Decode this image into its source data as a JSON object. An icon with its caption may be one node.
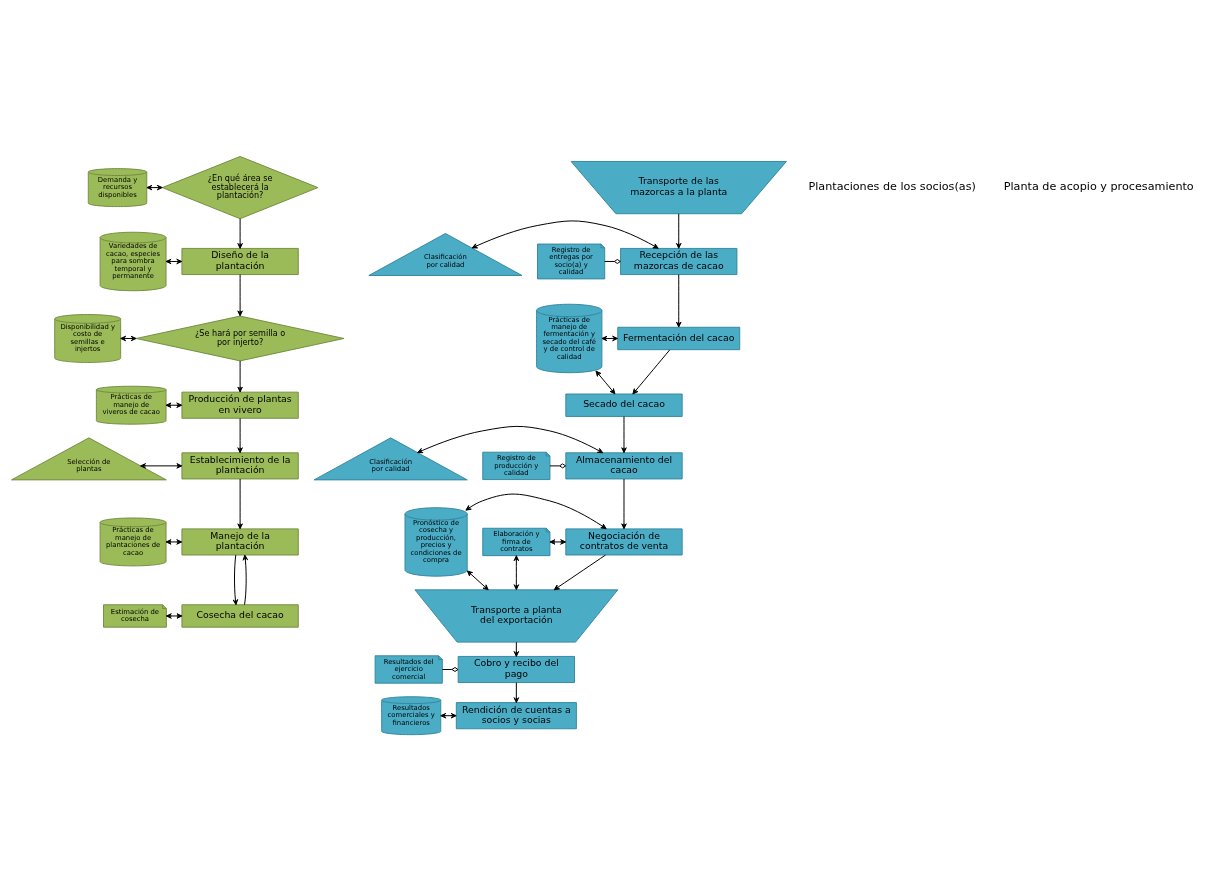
{
  "diagram": {
    "nodes": [
      {
        "text": [
          "Demanda y recursos disponibles"
        ]
      },
      {
        "text": [
          "¿En qué área se establecerá la plantación?"
        ]
      },
      {
        "text": [
          "Variedades de cacao, especies para sombra temporal y permanente"
        ]
      },
      {
        "text": [
          "Diseño de la plantación"
        ]
      },
      {
        "text": [
          "Disponibilidad y costo de semillas e injertos"
        ]
      },
      {
        "text": [
          "¿Se hará por semilla o por injerto?"
        ]
      },
      {
        "text": [
          "Prácticas de manejo de viveros de cacao"
        ]
      },
      {
        "text": [
          "Producción de plantas en vivero"
        ]
      },
      {
        "text": [
          "Selección de plantas"
        ]
      },
      {
        "text": [
          "Establecimiento de la plantación"
        ]
      },
      {
        "text": [
          "Prácticas de manejo de plantaciones de cacao"
        ]
      },
      {
        "text": [
          "Manejo de la plantación"
        ]
      },
      {
        "text": [
          "Estimación de cosecha"
        ]
      },
      {
        "text": [
          "Cosecha del cacao"
        ]
      },
      {
        "text": [
          "Transporte de las mazorcas a la planta"
        ]
      },
      {
        "text": [
          "Clasificación por calidad"
        ]
      },
      {
        "text": [
          "Recepción de las mazorcas de cacao"
        ]
      },
      {
        "text": [
          "Registro de entregas por socio(a) y calidad"
        ]
      },
      {
        "text": [
          "Prácticas de manejo de fermentación y secado del café y de control de calidad"
        ]
      },
      {
        "text": [
          "Fermentación del cacao"
        ]
      },
      {
        "text": [
          "Secado del cacao"
        ]
      },
      {
        "text": [
          "Clasificación por calidad"
        ]
      },
      {
        "text": [
          "Almacenamiento del cacao"
        ]
      },
      {
        "text": [
          "Registro de producción y calidad"
        ]
      },
      {
        "text": [
          "Pronóstico de cosecha y producción, precios y condiciones de compra"
        ]
      },
      {
        "text": [
          "Negociación de contratos de venta"
        ]
      },
      {
        "text": [
          "Elaboración y firma de contratos"
        ]
      },
      {
        "text": [
          "Transporte a planta del exportación"
        ]
      },
      {
        "text": [
          "Cobro y recibo del pago"
        ]
      },
      {
        "text": [
          "Resultados del ejercicio comercial"
        ]
      },
      {
        "text": [
          "Resultados comerciales y financieros"
        ]
      },
      {
        "text": [
          "Rendición de cuentas a socios y socias"
        ]
      }
    ],
    "edges": [
      {
        "from": 0,
        "to": 1,
        "arrow": "both"
      },
      {
        "from": 1,
        "to": 3,
        "arrow": "to"
      },
      {
        "from": 2,
        "to": 3,
        "arrow": "both"
      },
      {
        "from": 3,
        "to": 5,
        "arrow": "to"
      },
      {
        "from": 4,
        "to": 5,
        "arrow": "both"
      },
      {
        "from": 5,
        "to": 7,
        "arrow": "to"
      },
      {
        "from": 6,
        "to": 7,
        "arrow": "both"
      },
      {
        "from": 7,
        "to": 9,
        "arrow": "to"
      },
      {
        "from": 8,
        "to": 9,
        "arrow": "both"
      },
      {
        "from": 9,
        "to": 11,
        "arrow": "to"
      },
      {
        "from": 10,
        "to": 11,
        "arrow": "both"
      },
      {
        "from": 11,
        "to": 13,
        "arrow": "to"
      },
      {
        "from": 12,
        "to": 13,
        "arrow": "both"
      },
      {
        "from": 13,
        "to": 11,
        "arrow": "to"
      },
      {
        "from": 14,
        "to": 16,
        "arrow": "to"
      },
      {
        "from": 15,
        "to": 16,
        "arrow": "both"
      },
      {
        "from": 17,
        "to": 16,
        "arrow": "other"
      },
      {
        "from": 16,
        "to": 19,
        "arrow": "to"
      },
      {
        "from": 18,
        "to": 19,
        "arrow": "both"
      },
      {
        "from": 19,
        "to": 20,
        "arrow": "to"
      },
      {
        "from": 18,
        "to": 20,
        "arrow": "both"
      },
      {
        "from": 20,
        "to": 22,
        "arrow": "to"
      },
      {
        "from": 21,
        "to": 22,
        "arrow": "both"
      },
      {
        "from": 23,
        "to": 22,
        "arrow": "other"
      },
      {
        "from": 22,
        "to": 25,
        "arrow": "to"
      },
      {
        "from": 24,
        "to": 25,
        "arrow": "both"
      },
      {
        "from": 26,
        "to": 25,
        "arrow": "both"
      },
      {
        "from": 25,
        "to": 27,
        "arrow": "to"
      },
      {
        "from": 24,
        "to": 27,
        "arrow": "both"
      },
      {
        "from": 26,
        "to": 27,
        "arrow": "both"
      },
      {
        "from": 27,
        "to": 28,
        "arrow": "to"
      },
      {
        "from": 29,
        "to": 28,
        "arrow": "other"
      },
      {
        "from": 28,
        "to": 31,
        "arrow": "to"
      },
      {
        "from": 30,
        "to": 31,
        "arrow": "both"
      }
    ],
    "labels": [
      "Plantaciones de los socios(as)",
      "Planta de acopio y procesamiento"
    ]
  }
}
